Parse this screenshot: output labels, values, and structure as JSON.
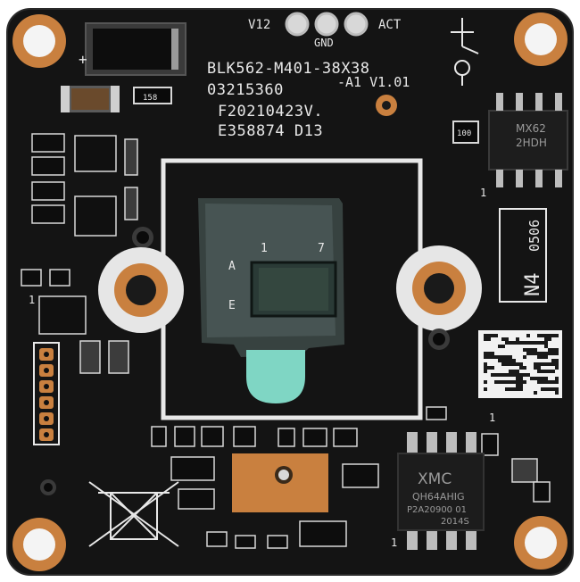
{
  "board": {
    "model": "BLK562-M401-38X38",
    "serial": "03215360",
    "revision": "-A1 V1.01",
    "date_code": "F20210423V.",
    "batch": "E358874 D13"
  },
  "connector": {
    "v12_label": "V12",
    "gnd_label": "GND",
    "act_label": "ACT"
  },
  "sensor": {
    "mark_a": "A",
    "mark_e": "E",
    "mark_1": "1",
    "mark_7": "7"
  },
  "parts": {
    "resistor_top": "158",
    "resistor_right": "100",
    "right_label": "N4",
    "right_code": "0506",
    "top_chip_line1": "MX62",
    "top_chip_line2": "2HDH",
    "pin_one_a": "1",
    "pin_one_b": "1",
    "pin_one_c": "1",
    "pin_one_d": "1"
  },
  "flash": {
    "brand": "XMC",
    "part": "QH64AHIG",
    "lot": "P2A20900 01",
    "date": "2014S"
  },
  "colors": {
    "board": "#141414",
    "silkscreen": "#e8e8e8",
    "copper_pad": "#c9803f",
    "sensor_film": "#7fd6c4"
  }
}
